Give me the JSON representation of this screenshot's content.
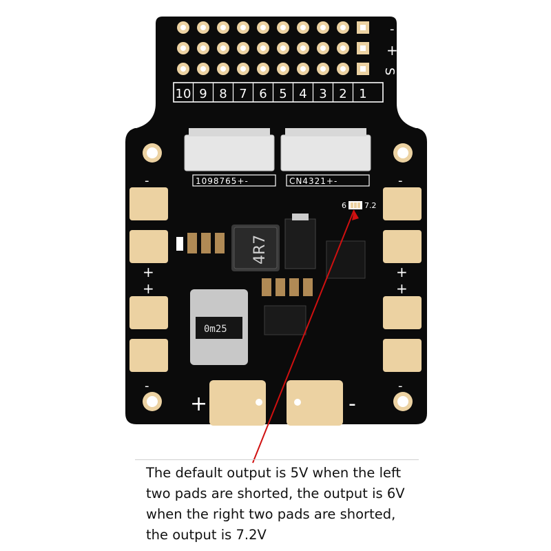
{
  "board": {
    "header_row_labels": [
      "-",
      "+",
      "S"
    ],
    "header_numbers": [
      "10",
      "9",
      "8",
      "7",
      "6",
      "5",
      "4",
      "3",
      "2",
      "1"
    ],
    "connector_left_label": "1098765+-",
    "connector_right_label": "CN4321+-",
    "jumper_label_left": "6",
    "jumper_label_right": "7.2",
    "inductor_label": "4R7",
    "shunt_label": "0m25",
    "side_signs_left": [
      "-",
      "+",
      "+",
      "-"
    ],
    "side_signs_right": [
      "-",
      "+",
      "+",
      "-"
    ],
    "bottom_signs": [
      "+",
      "-"
    ]
  },
  "annotation": {
    "lines": [
      "The default output is 5V when the left",
      "two pads are shorted, the output is 6V",
      "when the right two pads are shorted,",
      "the output is 7.2V"
    ],
    "arrow_color": "#d01010"
  },
  "colors": {
    "pcb": "#0b0b0b",
    "pad": "#ecd2a2",
    "silkscreen": "#ffffff"
  }
}
